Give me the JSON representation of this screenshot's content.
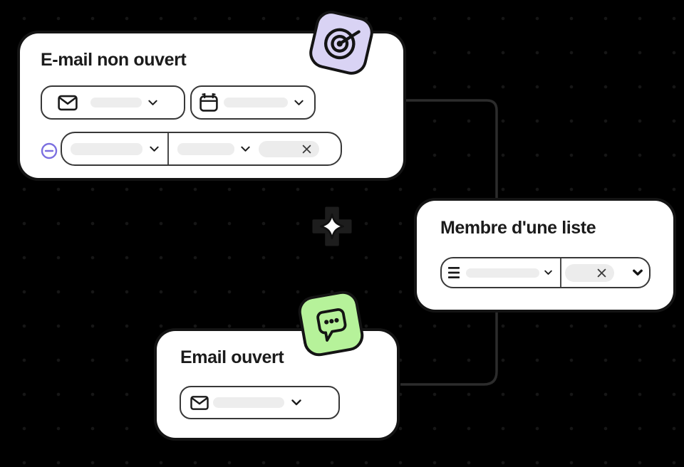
{
  "cards": {
    "email_not_opened": {
      "title": "E-mail non ouvert",
      "badge": {
        "icon": "target-icon",
        "bg": "#d9d3f4"
      },
      "controls": {
        "email_select": {
          "icon": "envelope-icon",
          "value": "",
          "state": "placeholder"
        },
        "date_select": {
          "icon": "calendar-icon",
          "value": "",
          "state": "placeholder"
        },
        "condition_row": {
          "remove_icon": "minus-circle-icon",
          "segment1": {
            "value": "",
            "state": "placeholder"
          },
          "segment2": {
            "value": "",
            "state": "placeholder"
          },
          "chip": {
            "icon": "close-icon",
            "value": ""
          }
        }
      }
    },
    "list_member": {
      "title": "Membre d'une liste",
      "controls": {
        "list_select": {
          "icon": "list-icon",
          "value": "",
          "state": "placeholder"
        },
        "chip": {
          "icon": "close-icon",
          "value": ""
        }
      }
    },
    "email_opened": {
      "title": "Email ouvert",
      "badge": {
        "icon": "chat-bubble-icon",
        "bg": "#b6f29a"
      },
      "controls": {
        "email_select": {
          "icon": "envelope-icon",
          "value": "",
          "state": "placeholder"
        }
      }
    }
  },
  "decor": {
    "center_icon": "sparkle-icon"
  },
  "colors": {
    "background": "#000000",
    "card_bg": "#ffffff",
    "title_text": "#1b1b1b",
    "control_border": "#383838",
    "skeleton_fill": "#ededed",
    "chip_fill": "#ececec",
    "accent_purple": "#7b6fe0",
    "tile_lavender": "#d9d3f4",
    "tile_green": "#b6f29a",
    "connector": "#2c2c2c"
  }
}
